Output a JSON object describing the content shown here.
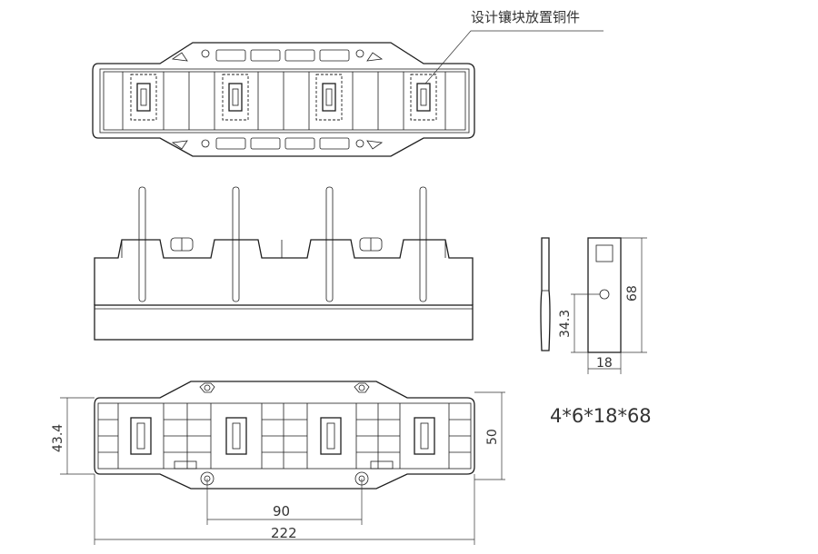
{
  "annotation": "设计镶块放置铜件",
  "dimensions": {
    "h_43_4": "43.4",
    "h_50": "50",
    "w_90": "90",
    "w_222": "222",
    "h_34_3": "34.3",
    "h_68": "68",
    "w_18": "18"
  },
  "spec": "4*6*18*68"
}
